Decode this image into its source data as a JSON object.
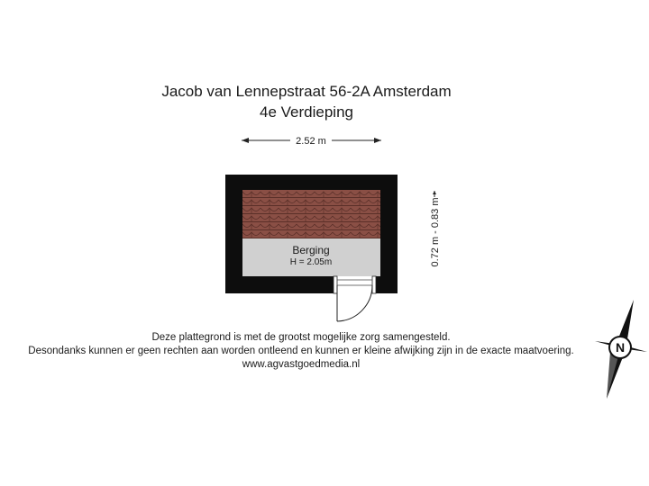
{
  "header": {
    "address": "Jacob van Lennepstraat 56-2A Amsterdam",
    "floor": "4e Verdieping"
  },
  "dimensions": {
    "width": "2.52 m",
    "depth": "0.72 m - 0.83 m"
  },
  "room": {
    "name": "Berging",
    "height": "H = 2.05m"
  },
  "compass": {
    "north_label": "N",
    "icon": "compass-rose-icon"
  },
  "footer": {
    "line1": "Deze plattegrond is met de grootst mogelijke zorg samengesteld.",
    "line2": "Desondanks kunnen er geen rechten aan worden ontleend en kunnen er kleine afwijking zijn in de exacte maatvoering.",
    "website": "www.agvastgoedmedia.nl"
  },
  "colors": {
    "wall": "#0d0d0d",
    "roof_tile": "#8a4f45",
    "roof_line": "#5a2f28",
    "floor": "#d0d0d0"
  }
}
